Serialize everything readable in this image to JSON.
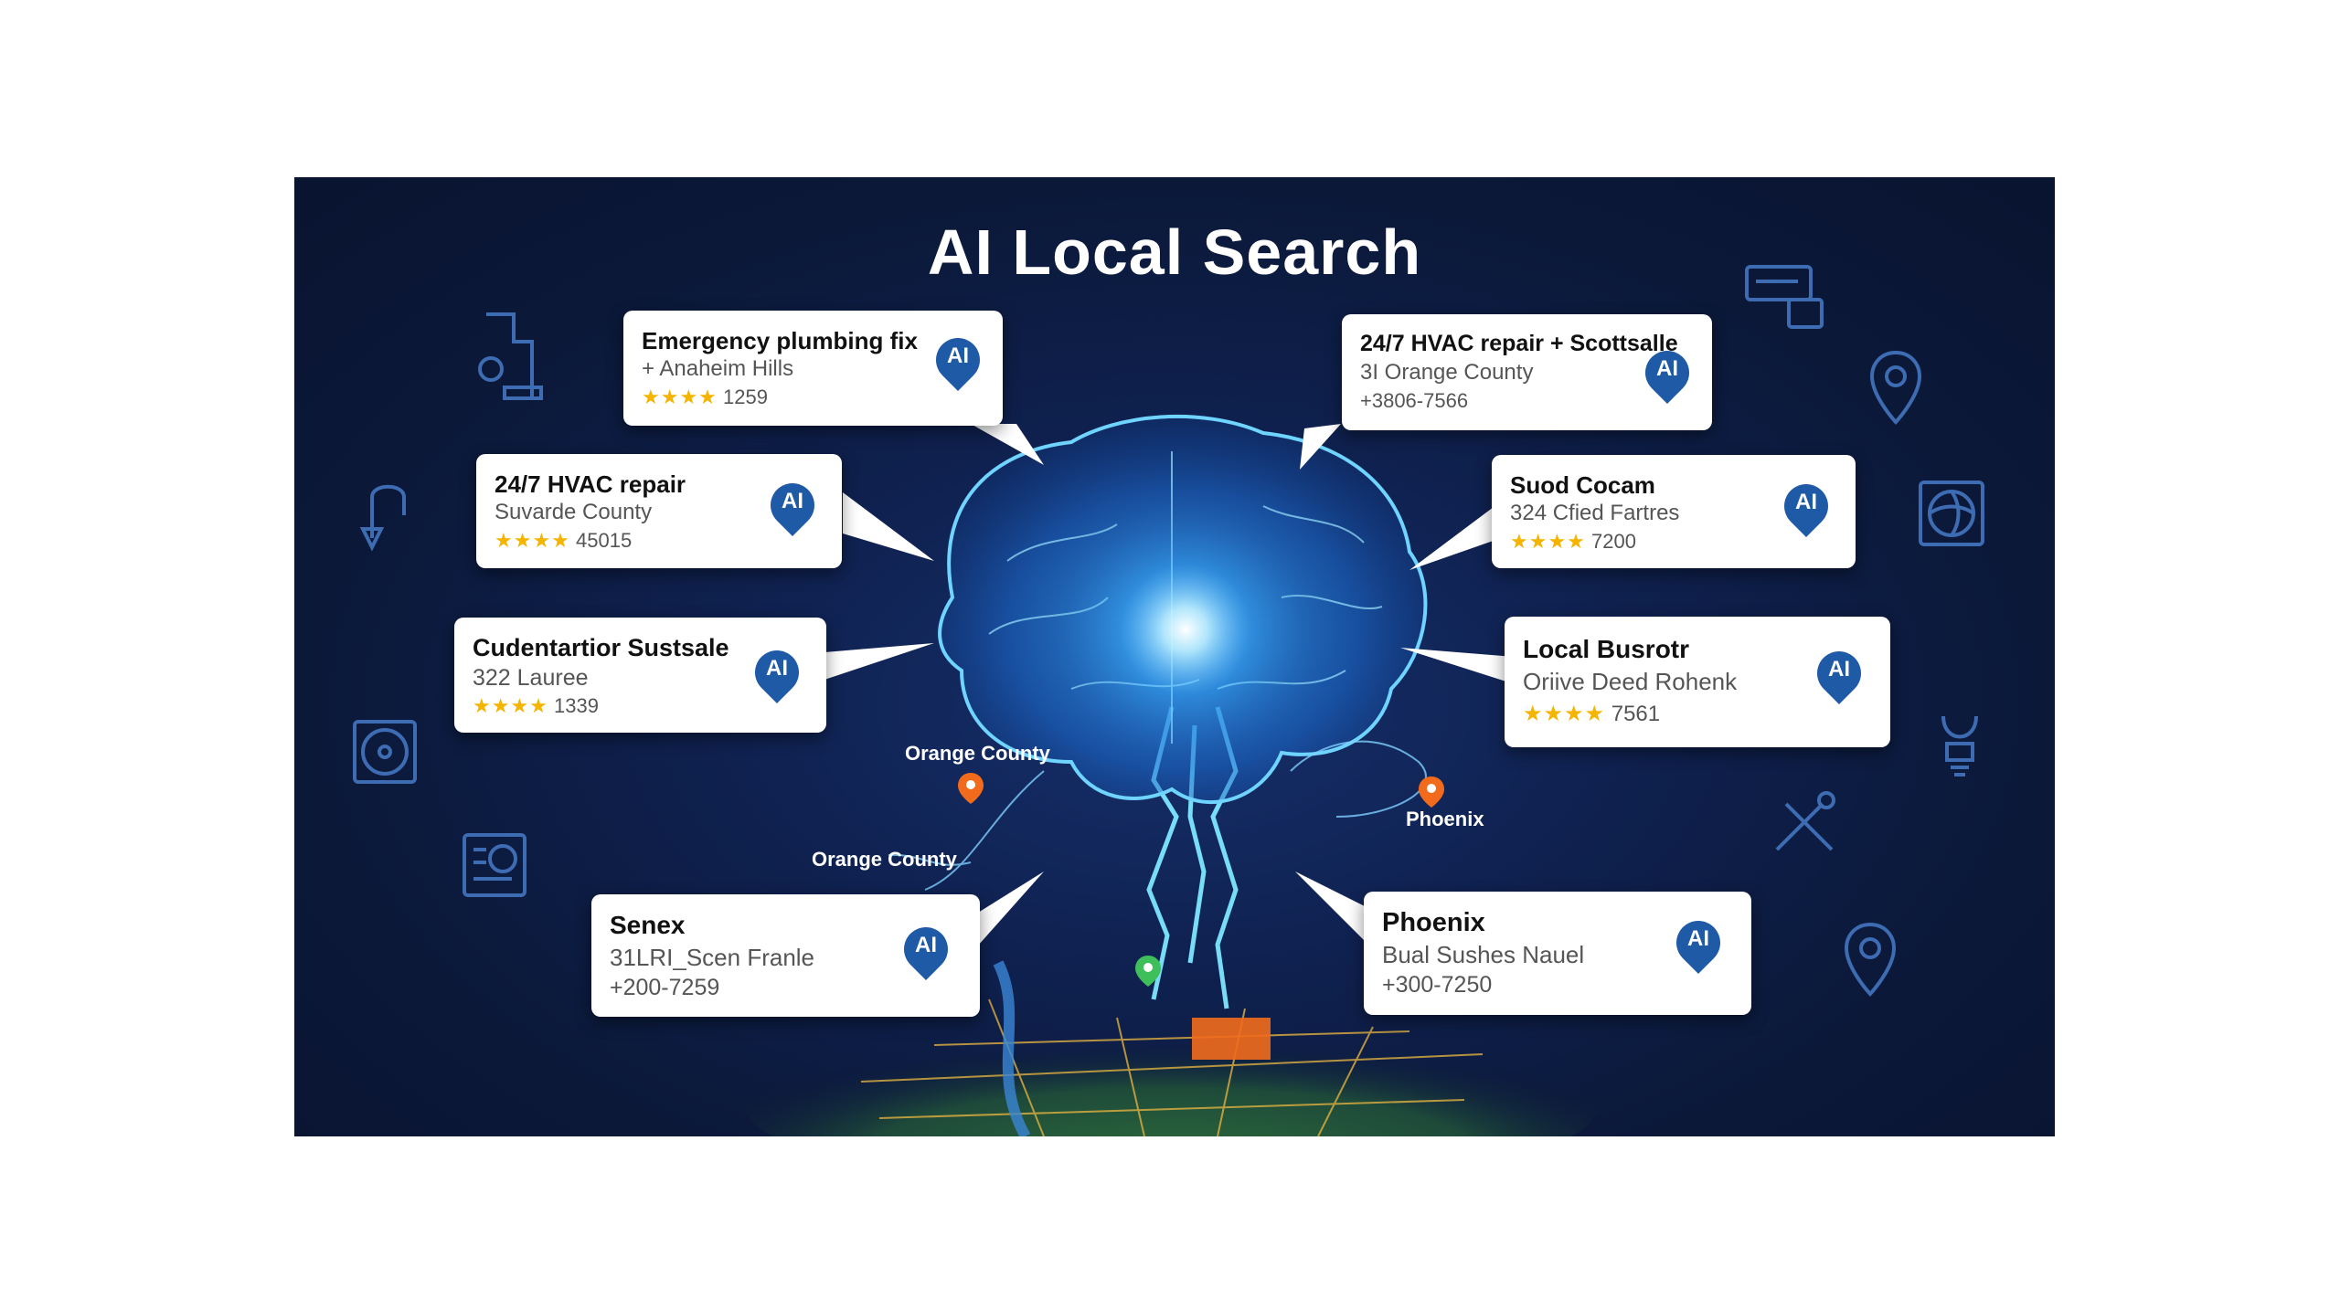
{
  "title": "AI Local Search",
  "ai_badge": "AI",
  "colors": {
    "background": "#0f2150",
    "card": "#ffffff",
    "ai_pin": "#1f5aa6",
    "star": "#f4b400",
    "location_pin": "#f26b1d",
    "glow": "#4fc3ff"
  },
  "cards": [
    {
      "line1": "Emergency plumbing fix",
      "line2": "+ Anaheim Hills",
      "stars": "★★★★",
      "line3": "1259"
    },
    {
      "line1": "24/7 HVAC repair + Scottsalle",
      "line2": "3I Orange County",
      "stars": "",
      "line3": "+3806-7566"
    },
    {
      "line1": "24/7 HVAC repair",
      "line2": "Suvarde County",
      "stars": "★★★★",
      "line3": "45015"
    },
    {
      "line1": "Suod Cocam",
      "line2": "324 Cfied Fartres",
      "stars": "★★★★",
      "line3": "7200"
    },
    {
      "line1": "Cudentartior Sustsale",
      "line2": "322 Lauree",
      "stars": "★★★★",
      "line3": "1339"
    },
    {
      "line1": "Local Busrotr",
      "line2": "Oriive Deed Rohenk",
      "stars": "★★★★",
      "line3": "7561"
    },
    {
      "line1": "Senex",
      "line2": "31LRI_Scen Franle",
      "stars": "",
      "line3": "+200-7259"
    },
    {
      "line1": "Phoenix",
      "line2": "Bual Sushes Nauel",
      "stars": "",
      "line3": "+300-7250"
    }
  ],
  "geo_labels": [
    "Orange County",
    "Orange County",
    "Phoenix"
  ],
  "icons": [
    "pipe-wrench-icon",
    "faucet-icon",
    "fan-unit-icon",
    "control-panel-icon",
    "air-conditioner-icon",
    "location-pin-icon",
    "fan-icon",
    "bulb-icon",
    "tools-icon",
    "location-pin-icon"
  ]
}
